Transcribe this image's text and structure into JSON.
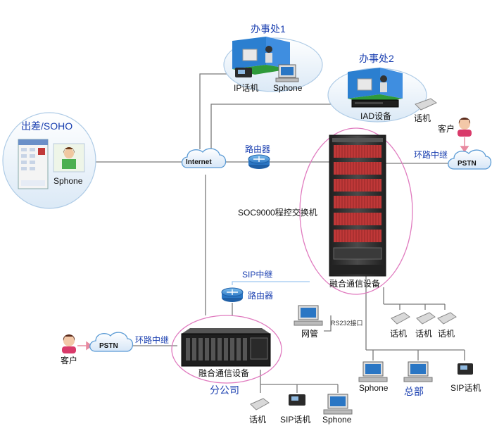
{
  "sites": {
    "office1": "办事处1",
    "office2": "办事处2",
    "travel_soho": "出差/SOHO",
    "branch": "分公司",
    "hq": "总部"
  },
  "devices": {
    "ip_phone": "IP话机",
    "sphone_office1": "Sphone",
    "iad": "IAD设备",
    "phone_office2": "话机",
    "customer_right": "客户",
    "sphone_soho": "Sphone",
    "internet": "Internet",
    "router_top": "路由器",
    "pstn_right": "PSTN",
    "loop_trunk_right": "环路中继",
    "soc9000": "SOC9000程控交换机",
    "sip_trunk": "SIP中继",
    "router_mid": "路由器",
    "fusion_main": "融合通信设备",
    "rs232": "RS232接口",
    "nms": "网管",
    "hq_phone1": "话机",
    "hq_phone2": "话机",
    "hq_phone3": "话机",
    "customer_left": "客户",
    "pstn_left": "PSTN",
    "loop_trunk_left": "环路中继",
    "fusion_branch": "融合通信设备",
    "sphone_hq": "Sphone",
    "sip_phone_hq": "SIP话机",
    "branch_phone": "话机",
    "branch_sip_phone": "SIP话机",
    "branch_sphone": "Sphone"
  },
  "colors": {
    "line": "#7a7a7a",
    "link_blue": "#9ec7f0",
    "ellipse_blue": "#aecbe6",
    "ellipse_pink": "#e07bbf",
    "cloud_stroke": "#5b9bd5",
    "label_blue": "#1a3fb0",
    "rack_dark": "#2e2e2e",
    "rack_card": "#c03838"
  }
}
